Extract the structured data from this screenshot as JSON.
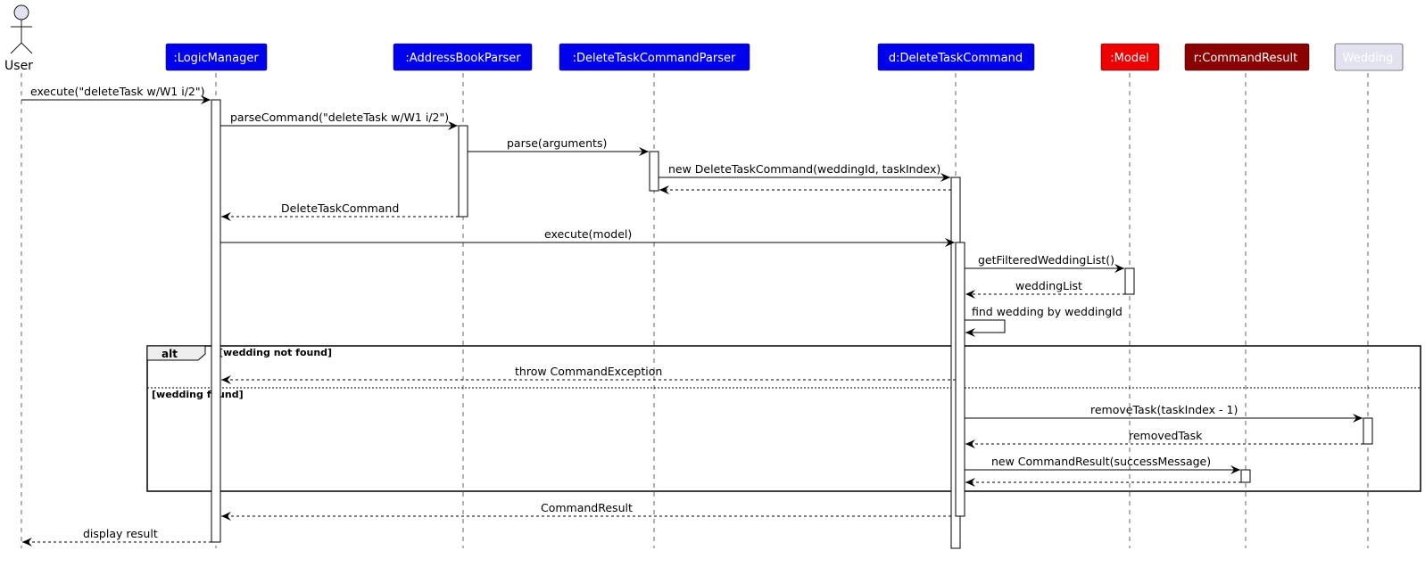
{
  "actor": {
    "label": "User"
  },
  "participants": [
    {
      "id": "logic",
      "label": ":LogicManager",
      "bg": "#0000ee",
      "fg": "#ffffff"
    },
    {
      "id": "abp",
      "label": ":AddressBookParser",
      "bg": "#0000ee",
      "fg": "#ffffff"
    },
    {
      "id": "dtcp",
      "label": ":DeleteTaskCommandParser",
      "bg": "#0000ee",
      "fg": "#ffffff"
    },
    {
      "id": "dtc",
      "label": "d:DeleteTaskCommand",
      "bg": "#0000ee",
      "fg": "#ffffff"
    },
    {
      "id": "model",
      "label": ":Model",
      "bg": "#ee0000",
      "fg": "#ffffff"
    },
    {
      "id": "result",
      "label": "r:CommandResult",
      "bg": "#8b0000",
      "fg": "#ffffff"
    },
    {
      "id": "wedding",
      "label": "Wedding",
      "bg": "#e2e2f0",
      "fg": "#ffffff"
    }
  ],
  "messages": [
    {
      "label": "execute(\"deleteTask w/W1 i/2\")"
    },
    {
      "label": "parseCommand(\"deleteTask w/W1 i/2\")"
    },
    {
      "label": "parse(arguments)"
    },
    {
      "label": "new DeleteTaskCommand(weddingId, taskIndex)"
    },
    {
      "label": ""
    },
    {
      "label": "DeleteTaskCommand"
    },
    {
      "label": "execute(model)"
    },
    {
      "label": "getFilteredWeddingList()"
    },
    {
      "label": "weddingList"
    },
    {
      "label": "find wedding by weddingId"
    },
    {
      "label": "throw CommandException"
    },
    {
      "label": "removeTask(taskIndex - 1)"
    },
    {
      "label": "removedTask"
    },
    {
      "label": "new CommandResult(successMessage)"
    },
    {
      "label": ""
    },
    {
      "label": "CommandResult"
    },
    {
      "label": "display result"
    }
  ],
  "frame": {
    "keyword": "alt",
    "guard1": "[wedding not found]",
    "guard2": "[wedding found]"
  },
  "colors": {
    "line": "#000000",
    "lifeline": "#555555"
  }
}
